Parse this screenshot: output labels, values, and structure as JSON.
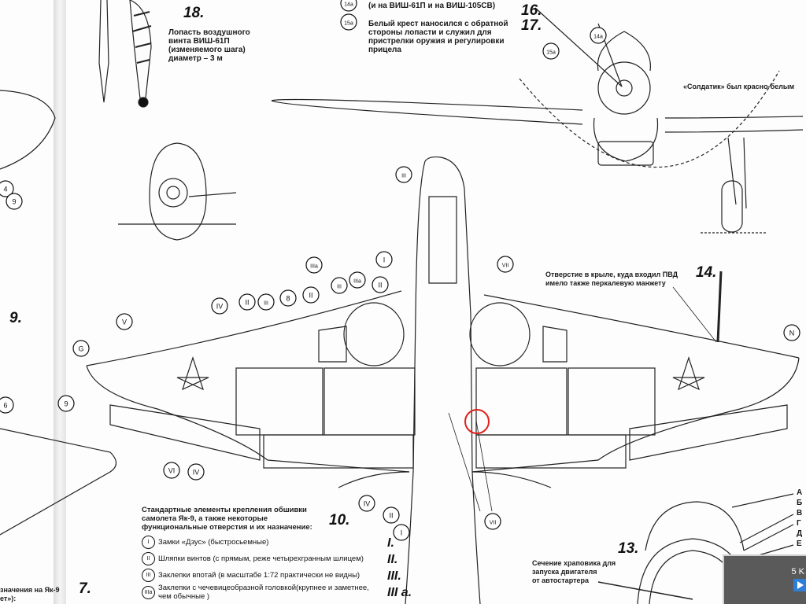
{
  "sections": {
    "s18": {
      "number": "18.",
      "text": [
        "Лопасть воздушного",
        "винта ВИШ-61П",
        "(изменяемого шага)",
        "диаметр  – 3 м"
      ]
    },
    "s16": {
      "number": "16."
    },
    "s17": {
      "number": "17."
    },
    "s14a_note": {
      "text": "(и на ВИШ-61П и на ВИШ-105СВ)"
    },
    "s15a_note": {
      "text": [
        "Белый крест наносился с обратной",
        "стороны лопасти и служил для",
        "пристрелки оружия и регулировки",
        "прицела"
      ]
    },
    "soldatik": {
      "text": "«Солдатик» был красно-белым"
    },
    "s14": {
      "number": "14.",
      "text": [
        "Отверстие в крыле, куда входил ПВД",
        "имело также перкалевую манжету"
      ]
    },
    "s9": {
      "number": "9."
    },
    "s7": {
      "number": "7.",
      "text": [
        "значения на Як-9",
        "ет»):"
      ]
    },
    "s13": {
      "number": "13.",
      "text": [
        "Сечение храповика для",
        "запуска двигателя",
        "от автостартера"
      ],
      "letters": [
        "А",
        "Б",
        "В",
        "Г",
        "Д",
        "Е"
      ]
    },
    "s10": {
      "number": "10.",
      "title": [
        "Стандартные элементы крепления обшивки",
        "самолета Як-9, а также некоторые",
        "функциональные отверстия и их назначение:"
      ],
      "items": [
        {
          "mark": "I",
          "text": "Замки «Дзус» (быстросьемные)",
          "roman": "I."
        },
        {
          "mark": "II",
          "text": "Шляпки винтов (с прямым, реже четырехгранным шлицем)",
          "roman": "II."
        },
        {
          "mark": "III",
          "text": "Заклепки  впотай (в масштабе 1:72 практически не видны)",
          "roman": "III."
        },
        {
          "mark": "IIIa",
          "text": "Заклепки с чечевицеобразной головкой(крупнее и заметнее, чем обычные )",
          "roman": "III a."
        }
      ]
    }
  },
  "callouts": [
    "III",
    "I",
    "VII",
    "IIIa",
    "III",
    "IIIa",
    "II",
    "8",
    "II",
    "IV",
    "II",
    "III",
    "V",
    "G",
    "N",
    "9",
    "VI",
    "IV",
    "IV",
    "II",
    "I",
    "VII",
    "14a",
    "15a",
    "14a",
    "15a",
    "4",
    "9",
    "6"
  ],
  "popup": {
    "label": "5 K"
  },
  "colors": {
    "highlight": "#e0201a",
    "ink": "#111111"
  }
}
